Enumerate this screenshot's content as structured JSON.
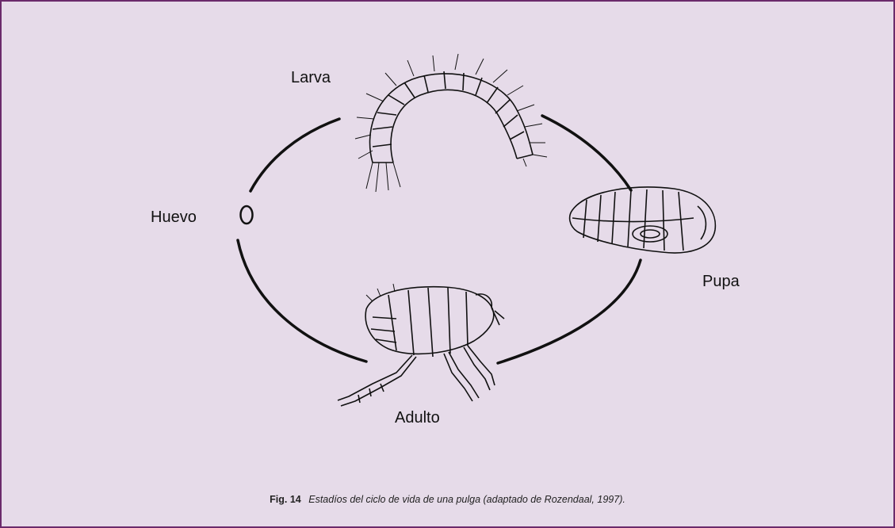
{
  "stages": {
    "larva": "Larva",
    "egg": "Huevo",
    "pupa": "Pupa",
    "adult": "Adulto"
  },
  "caption": {
    "figure_number": "Fig. 14",
    "text": "Estadíos del ciclo de vida de una pulga (adaptado de Rozendaal, 1997)."
  }
}
